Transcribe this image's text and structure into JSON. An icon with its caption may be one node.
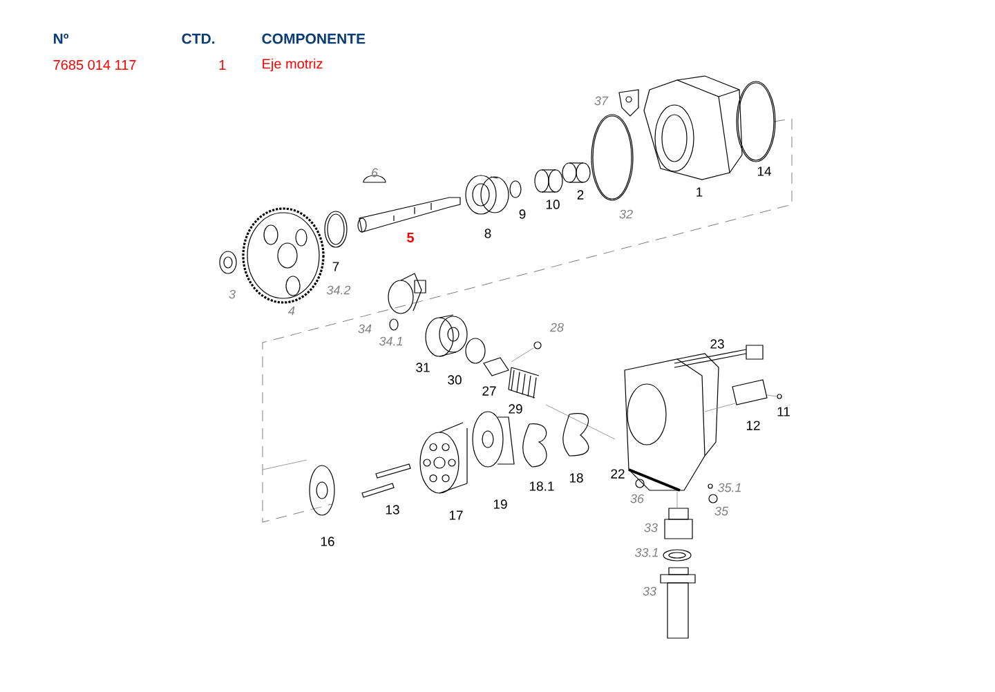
{
  "diagram": {
    "labels": [
      "Nº",
      "CTD.",
      "COMPONENTE",
      "7685 014 117",
      "1",
      "Eje motriz",
      "37",
      "6",
      "5",
      "8",
      "9",
      "10",
      "2",
      "32",
      "1",
      "14",
      "3",
      "4",
      "7",
      "34.2",
      "34",
      "34.1",
      "28",
      "23",
      "31",
      "30",
      "27",
      "29",
      "11",
      "12",
      "22",
      "18.1",
      "18",
      "35.1",
      "13",
      "17",
      "19",
      "36",
      "35",
      "33",
      "16",
      "33.1",
      "33"
    ]
  }
}
